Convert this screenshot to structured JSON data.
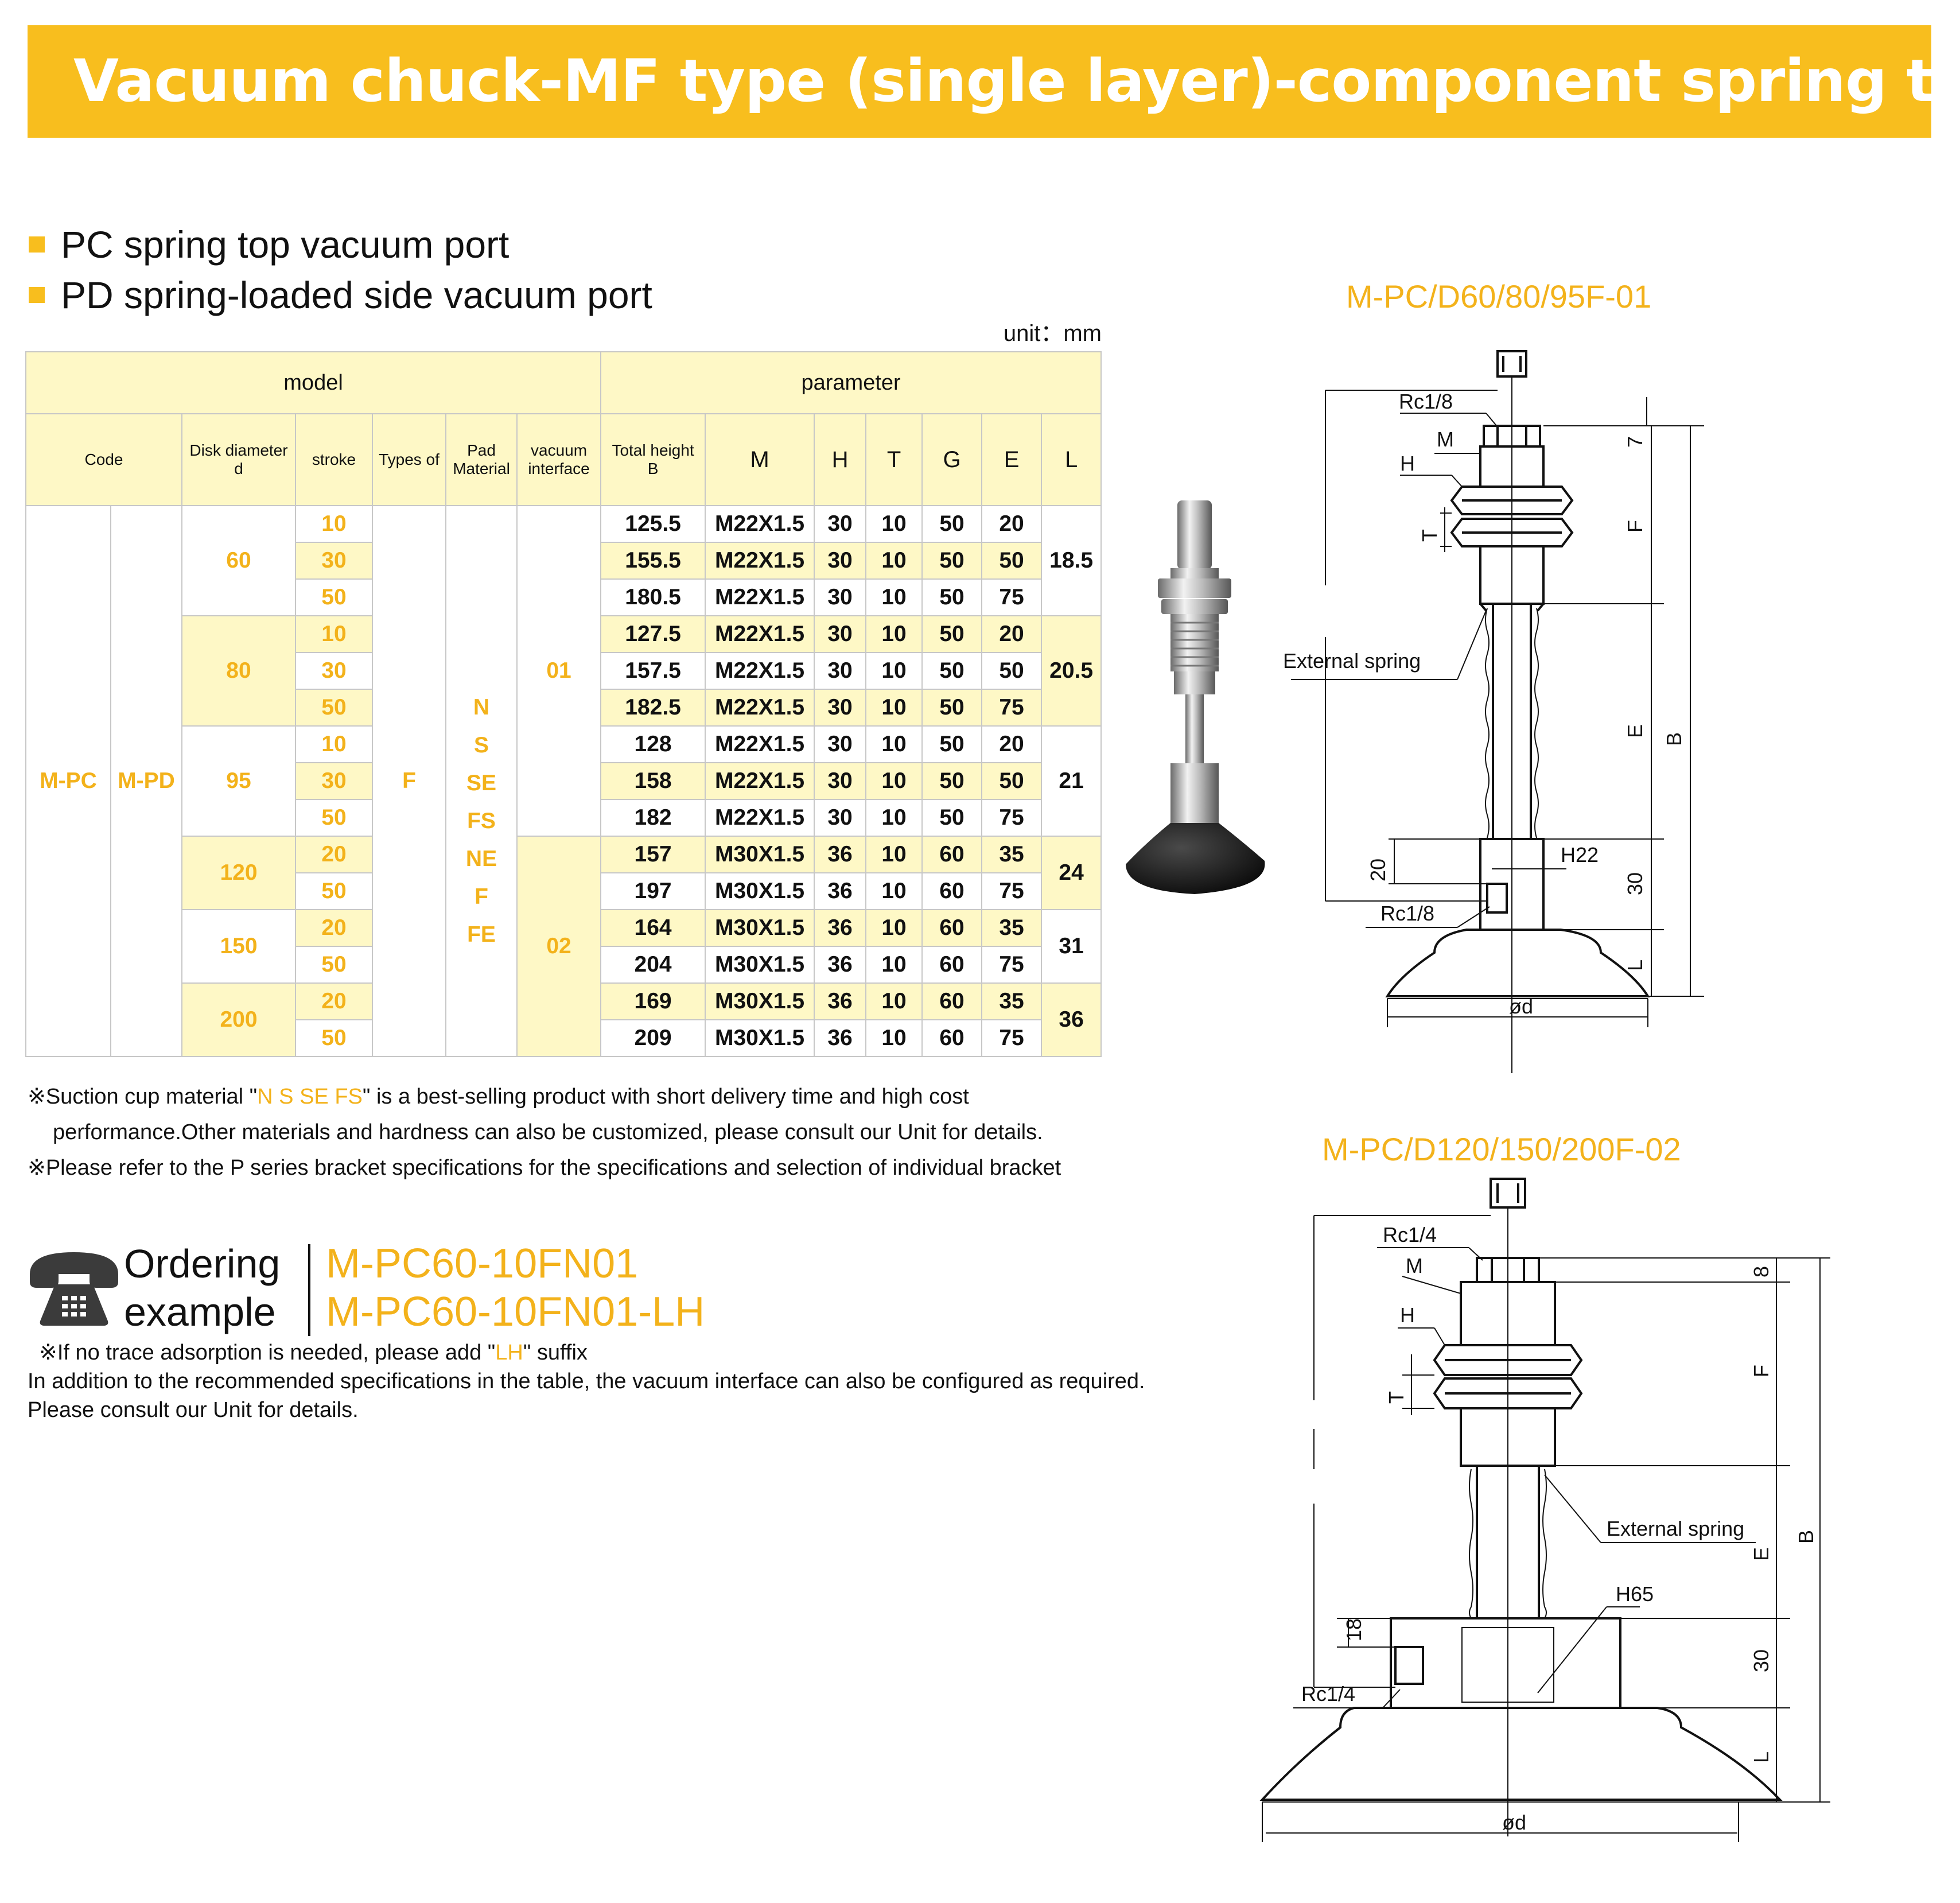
{
  "header": {
    "title": "Vacuum chuck-MF type (single layer)-component spring type"
  },
  "bullets": [
    "PC spring top vacuum port",
    "PD spring-loaded side vacuum port"
  ],
  "unit": "unit：mm",
  "table": {
    "group_model": "model",
    "group_parameter": "parameter",
    "h_code": "Code",
    "h_disk": "Disk diameter",
    "h_disk_sym": "d",
    "h_stroke": "stroke",
    "h_types": "Types of",
    "h_pad": "Pad",
    "h_pad2": "Material",
    "h_vac": "vacuum",
    "h_vac2": "interface",
    "h_total": "Total height",
    "h_total_sym": "B",
    "h_M": "M",
    "h_H": "H",
    "h_T": "T",
    "h_G": "G",
    "h_E": "E",
    "h_L": "L",
    "code1": "M-PC",
    "code2": "M-PD",
    "type": "F",
    "materials": [
      "N",
      "S",
      "SE",
      "FS",
      "NE",
      "F",
      "FE"
    ],
    "vac1": "01",
    "vac2": "02",
    "disks": [
      "60",
      "80",
      "95",
      "120",
      "150",
      "200"
    ],
    "L": [
      "18.5",
      "20.5",
      "21",
      "24",
      "31",
      "36"
    ],
    "rows": [
      [
        "10",
        "125.5",
        "M22X1.5",
        "30",
        "10",
        "50",
        "20"
      ],
      [
        "30",
        "155.5",
        "M22X1.5",
        "30",
        "10",
        "50",
        "50"
      ],
      [
        "50",
        "180.5",
        "M22X1.5",
        "30",
        "10",
        "50",
        "75"
      ],
      [
        "10",
        "127.5",
        "M22X1.5",
        "30",
        "10",
        "50",
        "20"
      ],
      [
        "30",
        "157.5",
        "M22X1.5",
        "30",
        "10",
        "50",
        "50"
      ],
      [
        "50",
        "182.5",
        "M22X1.5",
        "30",
        "10",
        "50",
        "75"
      ],
      [
        "10",
        "128",
        "M22X1.5",
        "30",
        "10",
        "50",
        "20"
      ],
      [
        "30",
        "158",
        "M22X1.5",
        "30",
        "10",
        "50",
        "50"
      ],
      [
        "50",
        "182",
        "M22X1.5",
        "30",
        "10",
        "50",
        "75"
      ],
      [
        "20",
        "157",
        "M30X1.5",
        "36",
        "10",
        "60",
        "35"
      ],
      [
        "50",
        "197",
        "M30X1.5",
        "36",
        "10",
        "60",
        "75"
      ],
      [
        "20",
        "164",
        "M30X1.5",
        "36",
        "10",
        "60",
        "35"
      ],
      [
        "50",
        "204",
        "M30X1.5",
        "36",
        "10",
        "60",
        "75"
      ],
      [
        "20",
        "169",
        "M30X1.5",
        "36",
        "10",
        "60",
        "35"
      ],
      [
        "50",
        "209",
        "M30X1.5",
        "36",
        "10",
        "60",
        "75"
      ]
    ]
  },
  "notes": {
    "n1_pre": "※Suction cup material \"",
    "n1_hl": "N S SE FS",
    "n1_post": "\" is a best-selling product with short delivery time and high cost",
    "n1_cont": "performance.Other materials and hardness can also be customized, please consult our Unit for details.",
    "n2": "※Please refer to the P series bracket specifications for the specifications and selection of individual bracket"
  },
  "ordering": {
    "label1": "Ordering",
    "label2": "example",
    "code1": "M-PC60-10FN01",
    "code2": "M-PC60-10FN01-LH",
    "note_pre": "※If no trace adsorption is needed, please add \"",
    "note_hl": "LH",
    "note_post": "\" suffix",
    "para": "In addition to the recommended specifications in the table, the vacuum interface can also be configured as required. Please consult our Unit for details."
  },
  "figures": {
    "fig1": {
      "title": "M-PC/D60/80/95F-01",
      "rc_top": "Rc1/8",
      "m": "M",
      "h": "H",
      "t": "T",
      "f": "F",
      "seven": "7",
      "ext": "External spring",
      "e": "E",
      "b": "B",
      "twenty": "20",
      "h22": "H22",
      "thirty": "30",
      "rc_side": "Rc1/8",
      "l": "L",
      "od": "ød"
    },
    "fig2": {
      "title": "M-PC/D120/150/200F-02",
      "rc_top": "Rc1/4",
      "m": "M",
      "h": "H",
      "t": "T",
      "f": "F",
      "eight": "8",
      "ext": "External spring",
      "e": "E",
      "b": "B",
      "h65": "H65",
      "eighteen": "18",
      "thirty": "30",
      "rc_side": "Rc1/4",
      "l": "L",
      "od": "ød"
    }
  },
  "colors": {
    "accent": "#F8BE1E",
    "text_accent": "#F3B21B",
    "header_bg": "#FEF8C6"
  }
}
